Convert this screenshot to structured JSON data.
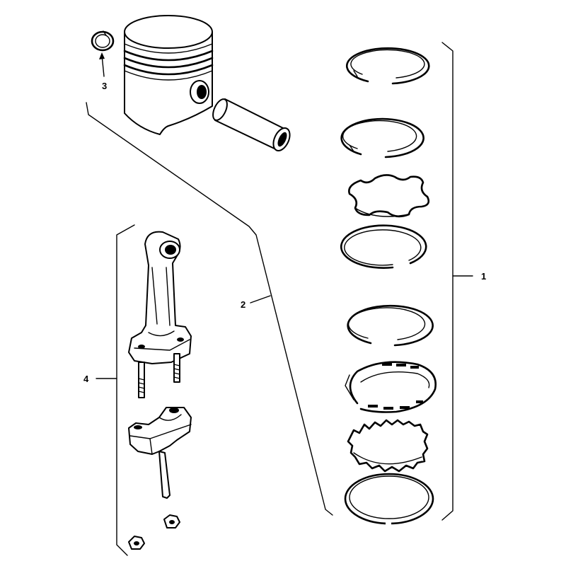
{
  "diagram": {
    "callouts": [
      {
        "id": "1",
        "label": "1"
      },
      {
        "id": "2",
        "label": "2"
      },
      {
        "id": "3",
        "label": "3"
      },
      {
        "id": "4",
        "label": "4"
      }
    ],
    "parts": [
      "piston",
      "retaining-ring",
      "piston-pin",
      "piston-ring-set",
      "connecting-rod",
      "rod-cap",
      "rod-nuts"
    ]
  }
}
